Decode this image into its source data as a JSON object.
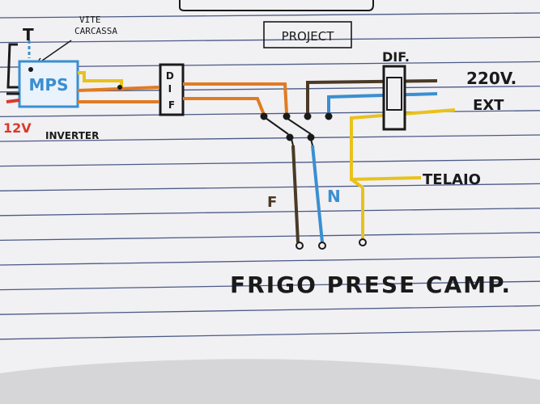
{
  "title": "PROJECT",
  "labels": {
    "vite_carcassa": "VITE\nCARCASSA",
    "t_mark": "T",
    "mps": "MPS",
    "v12": "12V",
    "inverter": "INVERTER",
    "dif_left": "D\nI\nF",
    "dif_right": "DIF.",
    "v220": "220V.",
    "ext": "EXT",
    "telaio": "TELAIO",
    "f_label": "F",
    "n_label": "N",
    "outputs": "FRIGO PRESE CAMP."
  },
  "colors": {
    "ink": "#1a1a1a",
    "blue": "#3a8fd0",
    "orange": "#e07b22",
    "yellow": "#e8c21c",
    "brown": "#4a3a26",
    "red": "#d83a2a",
    "paper": "#f1f0f3",
    "rule": "#4b5a86"
  }
}
